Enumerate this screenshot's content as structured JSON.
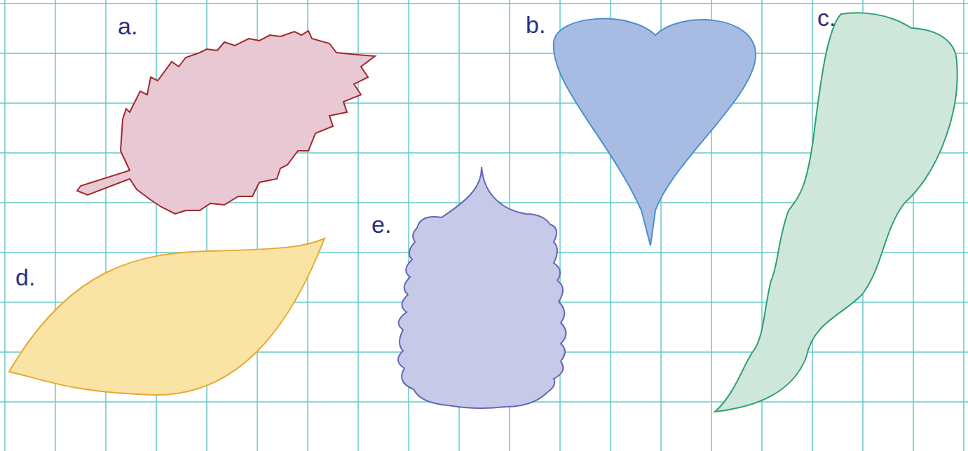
{
  "diagram": {
    "labels": [
      "a.",
      "b.",
      "c.",
      "e.",
      "d."
    ]
  }
}
